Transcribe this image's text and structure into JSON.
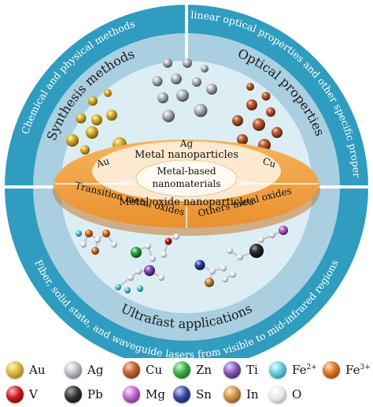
{
  "outer_ring": {
    "top_left": "Chemical and physical methods",
    "top_right": "Nonlinear optical properties and other specific properties",
    "bottom": "Fiber, solid state, and waveguide lasers from visible to mid-infrared regions"
  },
  "middle_ring": {
    "left": "Synthesis methods",
    "right": "Optical properties",
    "bottom": "Ultrafast applications"
  },
  "disks": {
    "center": [
      "Metal-based",
      "nanomaterials"
    ],
    "metal_np": "Metal nanoparticles",
    "metal_oxide_np": "Metal oxide nanoparticles",
    "left_label": "Au",
    "top_label": "Ag",
    "right_label": "Cu",
    "transition": "Transition metal oxides",
    "others": "Others metal oxides"
  },
  "colors": {
    "ring_outer": "#2f9cc0",
    "ring_middle": "#a9cfe0",
    "ring_inner": "#d8ebf2",
    "disk_orange": "#f4a64a",
    "disk_light": "#fde9cf",
    "disk_center": "#fffaf2"
  },
  "legend": [
    {
      "label": "Au",
      "sup": "",
      "color": "#c9a227",
      "icon": "gold-sphere"
    },
    {
      "label": "Ag",
      "sup": "",
      "color": "#a9abb3",
      "icon": "silver-sphere"
    },
    {
      "label": "Cu",
      "sup": "",
      "color": "#b5532a",
      "icon": "copper-sphere"
    },
    {
      "label": "Zn",
      "sup": "",
      "color": "#2e9e3a",
      "icon": "zinc-sphere"
    },
    {
      "label": "Ti",
      "sup": "",
      "color": "#7b4fa8",
      "icon": "titanium-sphere"
    },
    {
      "label": "Fe",
      "sup": "2+",
      "color": "#4ec5d6",
      "icon": "iron2-sphere"
    },
    {
      "label": "Fe",
      "sup": "3+",
      "color": "#d06a1e",
      "icon": "iron3-sphere"
    },
    {
      "label": "V",
      "sup": "",
      "color": "#c2161c",
      "icon": "vanadium-sphere"
    },
    {
      "label": "Pb",
      "sup": "",
      "color": "#2a2a2a",
      "icon": "lead-sphere"
    },
    {
      "label": "Mg",
      "sup": "",
      "color": "#b65fc5",
      "icon": "magnesium-sphere"
    },
    {
      "label": "Sn",
      "sup": "",
      "color": "#2e3f8f",
      "icon": "tin-sphere"
    },
    {
      "label": "In",
      "sup": "",
      "color": "#c98a3e",
      "icon": "indium-sphere"
    },
    {
      "label": "O",
      "sup": "",
      "color": "#e3e3e8",
      "icon": "oxygen-sphere"
    }
  ]
}
